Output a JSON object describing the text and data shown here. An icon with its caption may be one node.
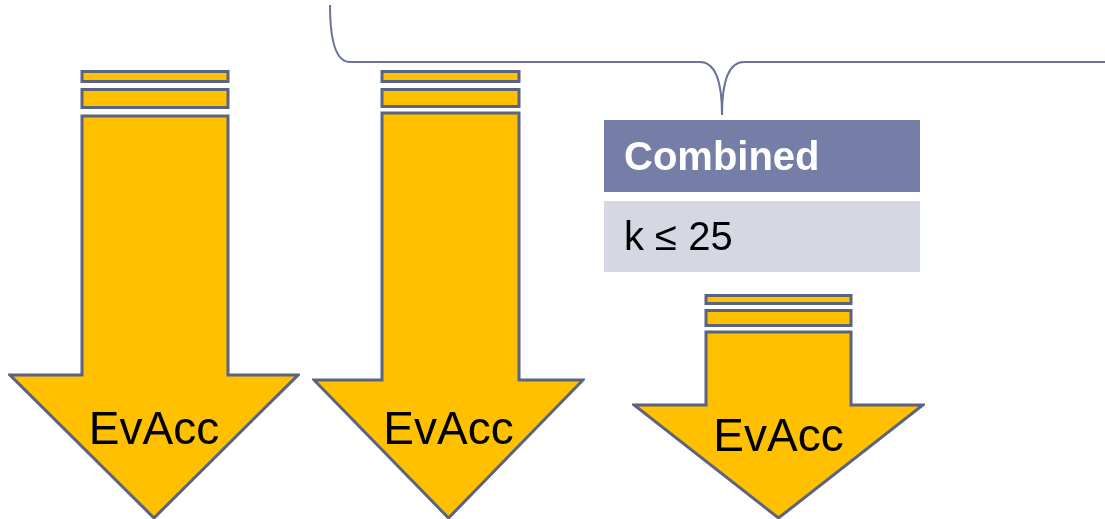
{
  "diagram": {
    "nodes": [
      {
        "text": [
          "EvAcc"
        ]
      },
      {
        "text": [
          "EvAcc"
        ]
      },
      {
        "text": [
          "Combined"
        ]
      },
      {
        "text": [
          "k ≤ 25"
        ]
      },
      {
        "text": [
          "EvAcc"
        ]
      }
    ]
  }
}
